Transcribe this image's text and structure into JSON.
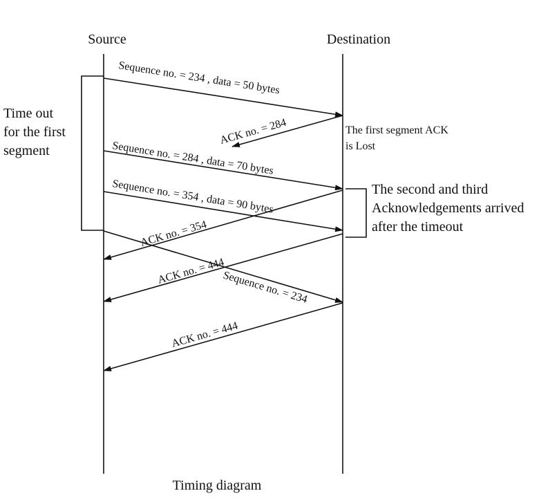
{
  "title": "Timing diagram",
  "lifelines": {
    "source": "Source",
    "destination": "Destination"
  },
  "messages": [
    {
      "label": "Sequence no. = 234 , data = 50 bytes",
      "direction": "source-to-destination"
    },
    {
      "label": "ACK no. = 284",
      "direction": "destination-to-source",
      "lost": true
    },
    {
      "label": "Sequence no. = 284 , data = 70 bytes",
      "direction": "source-to-destination"
    },
    {
      "label": "Sequence no. = 354 , data = 90 bytes",
      "direction": "source-to-destination"
    },
    {
      "label": "ACK no. = 354",
      "direction": "destination-to-source"
    },
    {
      "label": "ACK no. = 444",
      "direction": "destination-to-source"
    },
    {
      "label": "Sequence no. = 234",
      "direction": "source-to-destination",
      "retransmission": true
    },
    {
      "label": "ACK no. = 444",
      "direction": "destination-to-source"
    }
  ],
  "annotations": {
    "timeout": [
      "Time out",
      "for the first",
      "segment"
    ],
    "lost": [
      "The first segment ACK",
      "is Lost"
    ],
    "late": [
      "The second and third",
      "Acknowledgements arrived",
      "after the timeout"
    ]
  }
}
